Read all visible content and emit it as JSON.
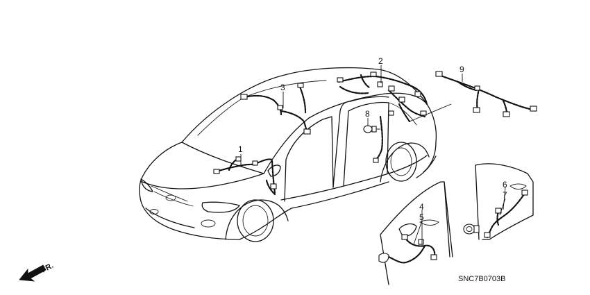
{
  "callouts": {
    "c1": "1",
    "c2": "2",
    "c3": "3",
    "c4": "4",
    "c5": "5",
    "c6": "6",
    "c7": "7",
    "c8": "8",
    "c9": "9"
  },
  "direction_label": "FR.",
  "diagram_code": "SNC7B0703B",
  "icons": {
    "direction_arrow": "arrow-left-down-icon"
  }
}
